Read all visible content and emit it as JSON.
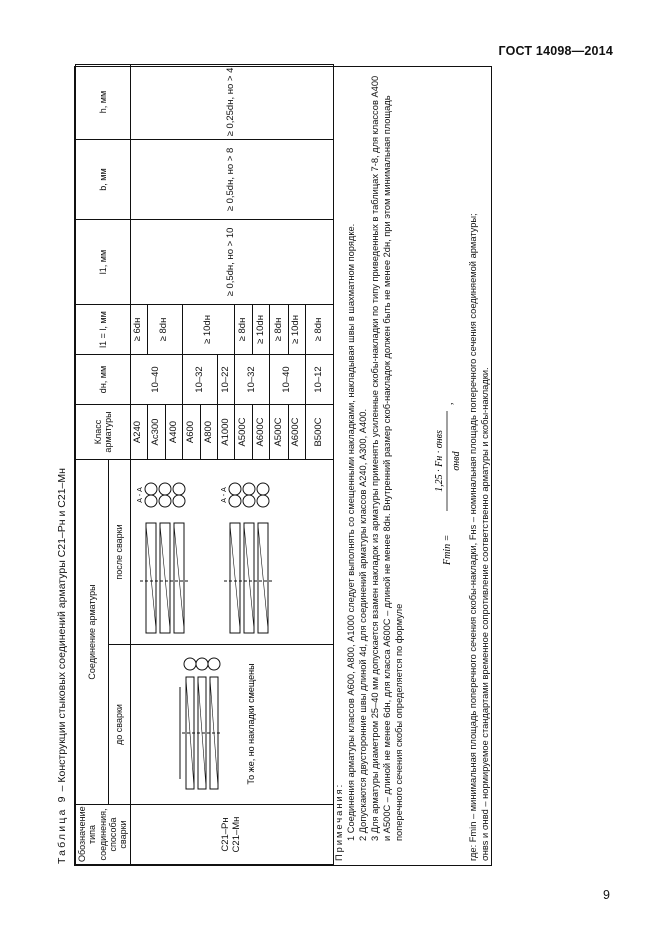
{
  "header": {
    "standard": "ГОСТ 14098—2014"
  },
  "page_number": "9",
  "table": {
    "caption_label": "Таблица 9",
    "caption_dash": " – ",
    "caption_title": "Конструкции стыковых соединений арматуры С21–Рн и С21–Мн",
    "headers": {
      "type": "Обозначение типа соединения, способа сварки",
      "joint": "Соединение арматуры",
      "before": "до сварки",
      "after": "после сварки",
      "class": "Класс арматуры",
      "dn": "dн, мм",
      "l1l": "l1 = l, мм",
      "l1": "l1, мм",
      "b": "b, мм",
      "h": "h, мм"
    },
    "type_value": "С21–Рн\nС21–Мн",
    "offset_note": "То же, но накладки смещены",
    "section_label": "А - А",
    "rows": [
      {
        "class": "А240",
        "dn": "10–40",
        "l": "≥ 6dн"
      },
      {
        "class": "Ас300",
        "dn": "",
        "l": "≥ 8dн"
      },
      {
        "class": "А400",
        "dn": "",
        "l": ""
      },
      {
        "class": "А600",
        "dn": "10–32",
        "l": "≥ 10dн"
      },
      {
        "class": "А800",
        "dn": "",
        "l": ""
      },
      {
        "class": "А1000",
        "dn": "10–22",
        "l": ""
      },
      {
        "class": "А500С",
        "dn": "10–32",
        "l": "≥ 8dн"
      },
      {
        "class": "А600С",
        "dn": "",
        "l": "≥ 10dн"
      },
      {
        "class": "А500С",
        "dn": "10–40",
        "l": "≥ 8dн"
      },
      {
        "class": "А600С",
        "dn": "",
        "l": "≥ 10dн"
      },
      {
        "class": "В500С",
        "dn": "10–12",
        "l": "≥ 8dн"
      }
    ],
    "l1_value": "≥ 0,5dн, но > 10",
    "b_value": "≥ 0,5dн, но > 8",
    "h_value": "≥ 0,25dн, но > 4"
  },
  "notes": {
    "title": "Примечания:",
    "items": [
      "1 Соединения арматуры классов А600, А800, А1000 следует выполнять со смещенными накладками, накладывая швы в шахматном порядке.",
      "2 Допускаются двусторонние швы длиной 4d, для соединений арматуры классов А240, А300, А400.",
      "3 Для арматуры диаметром 25–40 мм допускается взамен накладок из арматуры применять усиленные скобы-накладки по типу приведенных в таблицах 7-8, для классов А400 и А500С – длиной не менее 6dн, для класса А600С – длиной не менее 8dн. Внутренний размер скоб-накладок должен быть не менее 2dн, при этом минимальная площадь поперечного сечения скобы определяется по формуле"
    ]
  },
  "formula": {
    "lhs": "Fmin =",
    "numerator": "1,25 · Fн · σнвs",
    "denominator": "σнвd",
    "tail": ","
  },
  "footnotes": [
    "где: Fmin – минимальная площадь поперечного сечения скобы-накладки, Fнs – номинальная площадь поперечного сечения соединяемой арматуры;",
    "σнвs и σнвd – нормируемое стандартами временное сопротивление соответственно арматуры и скобы-накладки."
  ]
}
